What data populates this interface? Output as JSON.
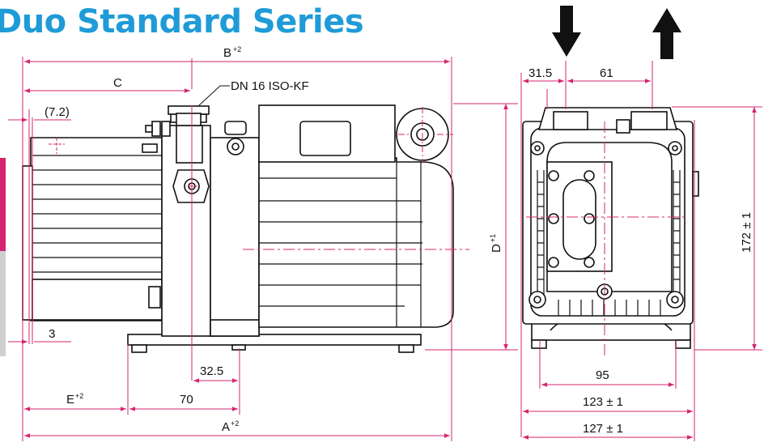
{
  "title": "Duo Standard Series",
  "accent_color": "#1f9bd7",
  "dimension_line_color": "#d6246e",
  "side_view": {
    "dim_B": {
      "text": "B",
      "sup": "+2"
    },
    "dim_C": "C",
    "flange_label": "DN 16 ISO-KF",
    "dim_7_2": "(7.2)",
    "dim_3": "3",
    "dim_32_5": "32.5",
    "dim_E": {
      "text": "E",
      "sup": "+2"
    },
    "dim_70": "70",
    "dim_A": {
      "text": "A",
      "sup": "+2"
    },
    "dim_D": {
      "text": "D",
      "sup": "+1"
    }
  },
  "front_view": {
    "dim_31_5": "31.5",
    "dim_61": "61",
    "dim_172": "172 ± 1",
    "dim_95": "95",
    "dim_123": "123 ± 1",
    "dim_127": "127 ± 1",
    "arrow_in": "arrow-down-icon",
    "arrow_out": "arrow-up-icon"
  }
}
